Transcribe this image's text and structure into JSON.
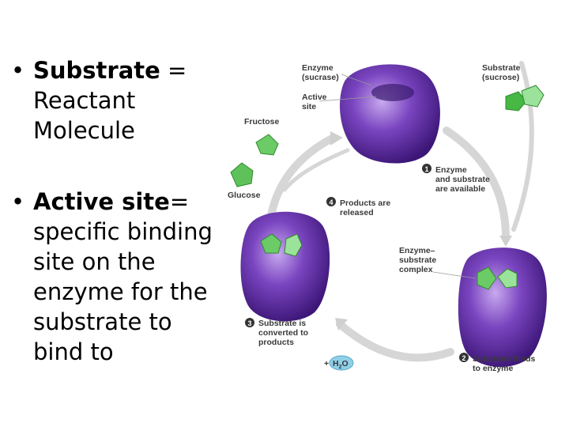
{
  "bullets": {
    "b1": {
      "bullet": "•",
      "term": "Substrate",
      "eq": " = ",
      "definition": "Reactant Molecule"
    },
    "b2": {
      "bullet": "•",
      "term": "Active site",
      "eq": "= ",
      "definition": "specific binding site on the enzyme for the substrate to bind to"
    }
  },
  "diagram": {
    "enzyme_label": [
      "Enzyme",
      "(sucrase)"
    ],
    "active_site_label": [
      "Active",
      "site"
    ],
    "substrate_label": [
      "Substrate",
      "(sucrose)"
    ],
    "fructose_label": "Fructose",
    "glucose_label": "Glucose",
    "step1": {
      "num": "1",
      "lines": [
        "Enzyme",
        "and substrate",
        "are available"
      ]
    },
    "step2": {
      "num": "2",
      "lines": [
        "Substrate binds",
        "to enzyme"
      ]
    },
    "step3": {
      "num": "3",
      "lines": [
        "Substrate is",
        "converted to",
        "products"
      ]
    },
    "step4": {
      "num": "4",
      "lines": [
        "Products are",
        "released"
      ]
    },
    "complex_label": [
      "Enzyme–",
      "substrate",
      "complex"
    ],
    "water": {
      "plus": "+",
      "h": "H",
      "sub": "2",
      "o": "O"
    },
    "colors": {
      "enzyme": "#5b2a9a",
      "substrate": "#3fae3a",
      "arrow": "#d6d6d6",
      "water": "#8fd0e8"
    }
  }
}
